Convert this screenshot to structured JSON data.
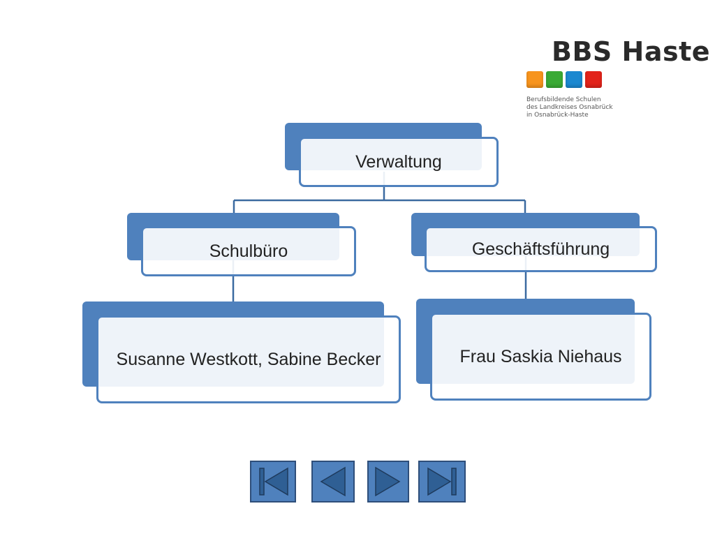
{
  "logo": {
    "title": "BBS Haste",
    "subtitle_lines": [
      "Berufsbildende Schulen",
      "des Landkreises Osnabrück",
      "in Osnabrück-Haste"
    ],
    "square_colors": [
      "#f7941d",
      "#3aaa35",
      "#1b88d0",
      "#e2231a"
    ]
  },
  "org_chart": {
    "root": {
      "label": "Verwaltung"
    },
    "branches": [
      {
        "label": "Schulbüro",
        "child": {
          "label": "Susanne Westkott, Sabine Becker"
        }
      },
      {
        "label": "Geschäftsführung",
        "child": {
          "label": "Frau Saskia Niehaus"
        }
      }
    ]
  },
  "colors": {
    "accent": "#4f81bd",
    "connector": "#3b6aa0"
  },
  "navigation": [
    {
      "icon": "first-slide-icon"
    },
    {
      "icon": "previous-slide-icon"
    },
    {
      "icon": "next-slide-icon"
    },
    {
      "icon": "last-slide-icon"
    }
  ]
}
